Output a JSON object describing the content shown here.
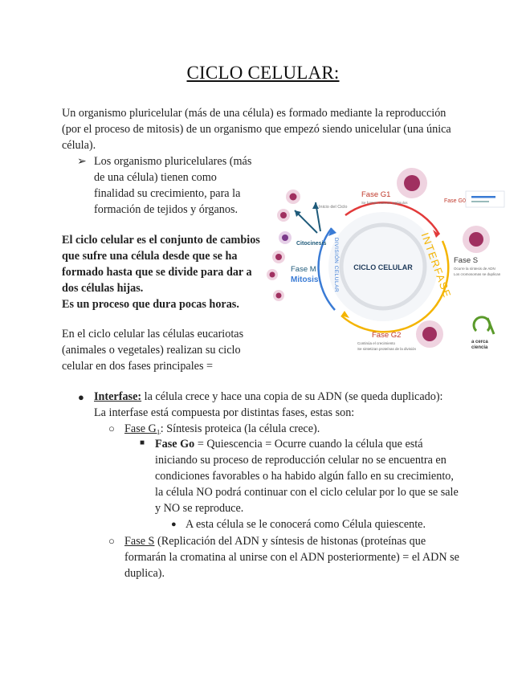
{
  "title": "CICLO CELULAR:",
  "intro": [
    "Un organismo pluricelular (más de una célula) es formado mediante la reproducción",
    "(por el proceso de mitosis) de un organismo que empezó siendo unicelular (una única",
    "célula)."
  ],
  "arrow_bullet": {
    "symbol": "➢",
    "lines": [
      "Los organismo pluricelulares (más",
      "de una célula) tienen como",
      "finalidad su crecimiento, para la",
      "formación de tejidos y órganos."
    ]
  },
  "definition": [
    "El ciclo celular es el conjunto de cambios",
    "que sufre una célula desde que se ha",
    "formado hasta que se divide para dar a",
    "dos células hijas.",
    "Es un proceso que dura pocas horas."
  ],
  "eukaryote": [
    "En el ciclo celular las células eucariotas",
    "(animales o vegetales) realizan su ciclo",
    "celular en dos fases principales ="
  ],
  "diagram": {
    "center": "CICLO CELULAR",
    "interfase": "INTERFASE",
    "division": "DIVISIÓN CELULAR",
    "fase_g1": "Fase G1",
    "fase_g1_sub": "Se forman nuevos orgánulos",
    "inicio": "Inicio del Ciclo",
    "fase_g0": "Fase G0",
    "fase_s": "Fase S",
    "fase_s_sub1": "Ocurre la síntesis de ADN",
    "fase_s_sub2": "Los cromosomas se duplican",
    "fase_g2": "Fase G2",
    "fase_g2_sub1": "Continúa el crecimiento",
    "fase_g2_sub2": "Se sintetizan proteínas de la división",
    "citocinesis": "Citocinesis",
    "fase_m": "Fase M",
    "mitosis": "Mitosis",
    "logo_line1": "a cerca",
    "logo_line2": "ciencia",
    "colors": {
      "red": "#e23a3a",
      "yellow": "#f4b400",
      "blue": "#3a7bd5",
      "teal": "#1e5a7a",
      "green": "#5a9a2a",
      "cell": "#a03060"
    }
  },
  "list": {
    "interfase_label": "Interfase:",
    "interfase_text": " la célula crece y hace una copia de su ADN (se queda duplicado):",
    "interfase_line2": "La interfase está compuesta por distintas fases, estas son:",
    "g1_label": "Fase G₁",
    "g1_text": ": Síntesis proteica (la célula crece).",
    "go_label": "Fase Go",
    "go_lines": [
      " = Quiescencia = Ocurre cuando la célula que está",
      "iniciando su proceso de reproducción celular no se encuentra en",
      "condiciones favorables o ha habido algún fallo en su crecimiento,",
      "la célula NO podrá continuar con el ciclo celular por lo que se sale",
      "y NO se reproduce."
    ],
    "quiescent": "A esta célula se le conocerá como Célula quiescente.",
    "s_label": "Fase S",
    "s_lines": [
      " (Replicación del ADN y síntesis de histonas (proteínas que",
      "formarán la cromatina al unirse con el ADN posteriormente) = el ADN se",
      "duplica)."
    ]
  }
}
